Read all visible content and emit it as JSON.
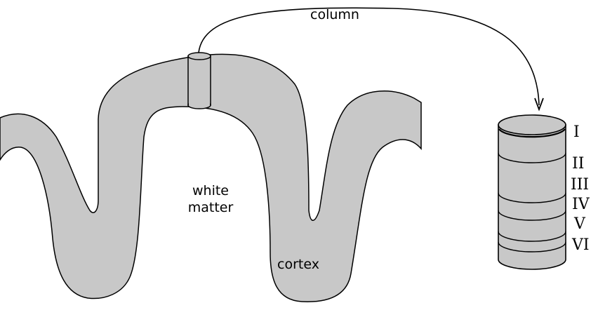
{
  "labels": {
    "column": "column",
    "white_matter_line1": "white",
    "white_matter_line2": "matter",
    "cortex": "cortex"
  },
  "layers": [
    {
      "id": "layer-i",
      "label": "I"
    },
    {
      "id": "layer-ii",
      "label": "II"
    },
    {
      "id": "layer-iii",
      "label": "III"
    },
    {
      "id": "layer-iv",
      "label": "IV"
    },
    {
      "id": "layer-v",
      "label": "V"
    },
    {
      "id": "layer-vi",
      "label": "VI"
    }
  ],
  "colors": {
    "cortex_fill": "#c8c8c8",
    "column_fill": "#c8c8c8",
    "stroke": "#000000",
    "background": "#ffffff"
  }
}
